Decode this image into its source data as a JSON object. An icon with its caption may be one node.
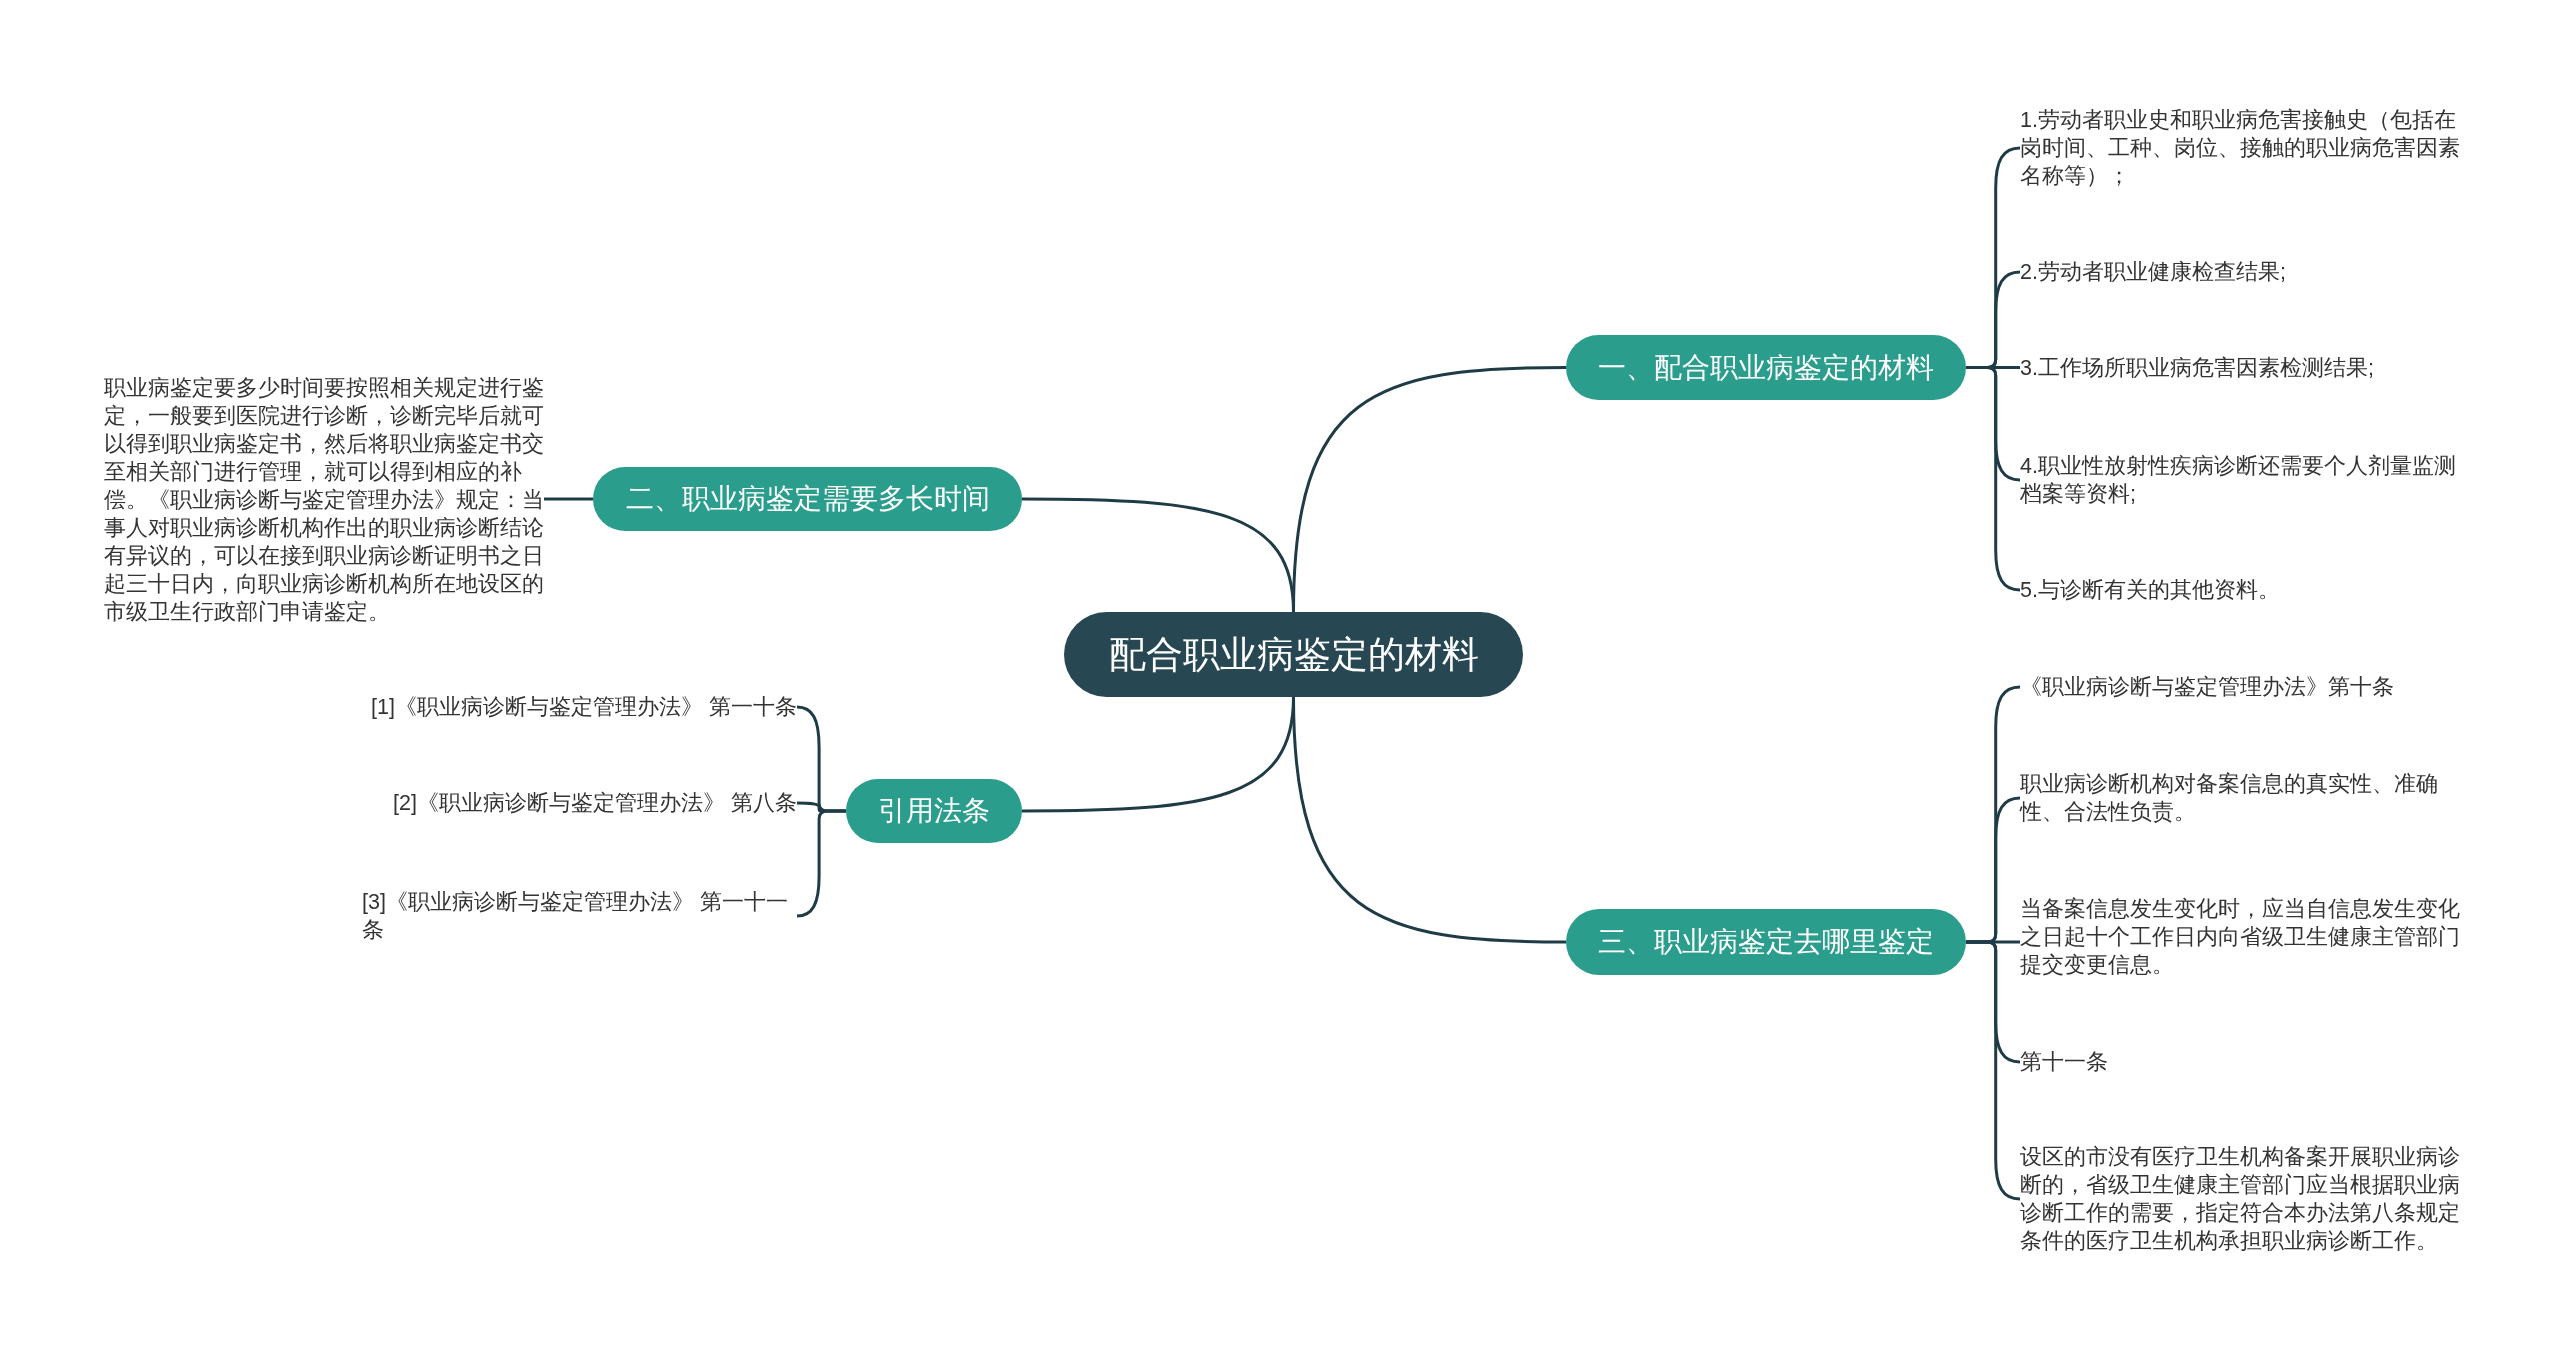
{
  "diagram": {
    "nodes": [
      {
        "text": [
          "配合职业病鉴定的材料"
        ]
      },
      {
        "text": [
          "一、配合职业病鉴定的材料"
        ]
      },
      {
        "text": [
          "1.劳动者职业史和职业病危害接触史（包括在岗时间、工种、岗位、接触的职业病危害因素名称等）；"
        ]
      },
      {
        "text": [
          "2.劳动者职业健康检查结果;"
        ]
      },
      {
        "text": [
          "3.工作场所职业病危害因素检测结果;"
        ]
      },
      {
        "text": [
          "4.职业性放射性疾病诊断还需要个人剂量监测档案等资料;"
        ]
      },
      {
        "text": [
          "5.与诊断有关的其他资料。"
        ]
      },
      {
        "text": [
          "二、职业病鉴定需要多长时间"
        ]
      },
      {
        "text": [
          "职业病鉴定要多少时间要按照相关规定进行鉴定，一般要到医院进行诊断，诊断完毕后就可以得到职业病鉴定书，然后将职业病鉴定书交至相关部门进行管理，就可以得到相应的补偿。《职业病诊断与鉴定管理办法》规定：当事人对职业病诊断机构作出的职业病诊断结论有异议的，可以在接到职业病诊断证明书之日起三十日内，向职业病诊断机构所在地设区的市级卫生行政部门申请鉴定。"
        ]
      },
      {
        "text": [
          "引用法条"
        ]
      },
      {
        "text": [
          "[1]《职业病诊断与鉴定管理办法》 第一十条"
        ]
      },
      {
        "text": [
          "[2]《职业病诊断与鉴定管理办法》 第八条"
        ]
      },
      {
        "text": [
          "[3]《职业病诊断与鉴定管理办法》 第一十一条"
        ]
      },
      {
        "text": [
          "三、职业病鉴定去哪里鉴定"
        ]
      },
      {
        "text": [
          "《职业病诊断与鉴定管理办法》第十条"
        ]
      },
      {
        "text": [
          "职业病诊断机构对备案信息的真实性、准确性、合法性负责。"
        ]
      },
      {
        "text": [
          "当备案信息发生变化时，应当自信息发生变化之日起十个工作日内向省级卫生健康主管部门提交变更信息。"
        ]
      },
      {
        "text": [
          "第十一条"
        ]
      },
      {
        "text": [
          "设区的市没有医疗卫生机构备案开展职业病诊断的，省级卫生健康主管部门应当根据职业病诊断工作的需要，指定符合本办法第八条规定条件的医疗卫生机构承担职业病诊断工作。"
        ]
      }
    ],
    "edges": [
      {
        "from": 0,
        "to": 1,
        "arrow": "none"
      },
      {
        "from": 1,
        "to": 2,
        "arrow": "none"
      },
      {
        "from": 1,
        "to": 3,
        "arrow": "none"
      },
      {
        "from": 1,
        "to": 4,
        "arrow": "none"
      },
      {
        "from": 1,
        "to": 5,
        "arrow": "none"
      },
      {
        "from": 1,
        "to": 6,
        "arrow": "none"
      },
      {
        "from": 0,
        "to": 7,
        "arrow": "none"
      },
      {
        "from": 7,
        "to": 8,
        "arrow": "none"
      },
      {
        "from": 0,
        "to": 9,
        "arrow": "none"
      },
      {
        "from": 9,
        "to": 10,
        "arrow": "none"
      },
      {
        "from": 9,
        "to": 11,
        "arrow": "none"
      },
      {
        "from": 9,
        "to": 12,
        "arrow": "none"
      },
      {
        "from": 0,
        "to": 13,
        "arrow": "none"
      },
      {
        "from": 13,
        "to": 14,
        "arrow": "none"
      },
      {
        "from": 13,
        "to": 15,
        "arrow": "none"
      },
      {
        "from": 13,
        "to": 16,
        "arrow": "none"
      },
      {
        "from": 13,
        "to": 17,
        "arrow": "none"
      },
      {
        "from": 13,
        "to": 18,
        "arrow": "none"
      }
    ]
  }
}
